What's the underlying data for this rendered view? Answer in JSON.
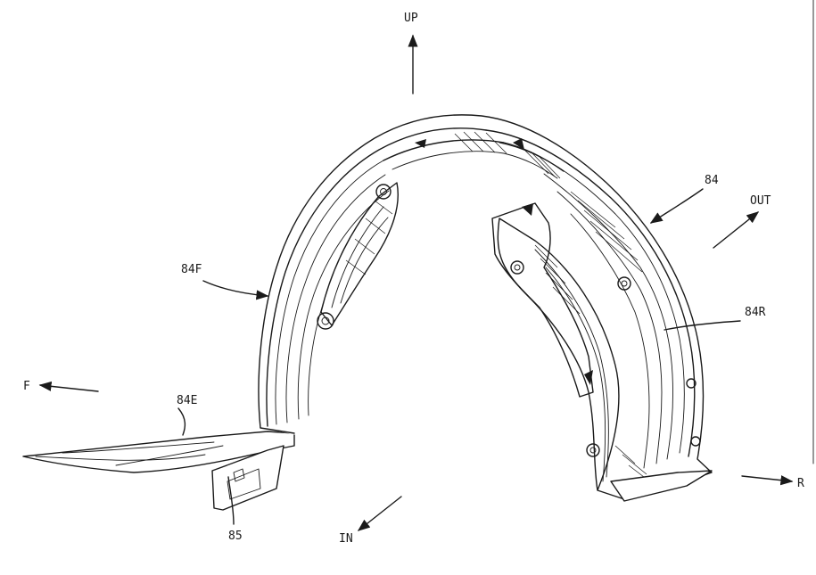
{
  "labels": {
    "up": "UP",
    "out": "OUT",
    "front": "F",
    "rear": "R",
    "inward": "IN",
    "liner": "84",
    "front_portion": "84F",
    "rear_portion": "84R",
    "extension": "84E",
    "clip": "85"
  },
  "colors": {
    "ink": "#1a1a1a",
    "paper": "#ffffff"
  }
}
